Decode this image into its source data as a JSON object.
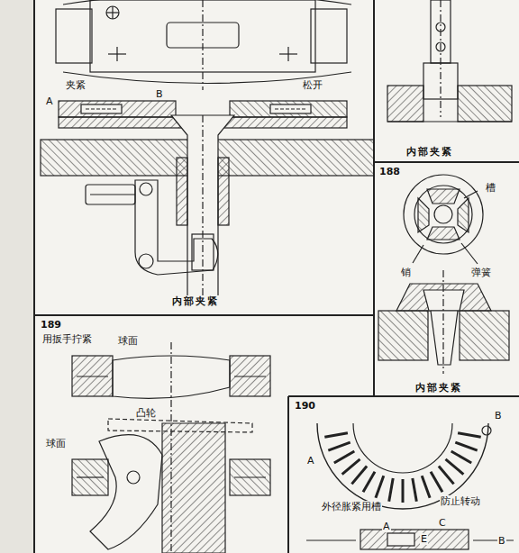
{
  "diagram": {
    "labels": [
      "夹紧",
      "B",
      "A",
      "松开",
      "内部夹紧",
      "内部夹紧",
      "188",
      "槽",
      "销",
      "弹簧",
      "内部夹紧",
      "189",
      "用扳手拧紧",
      "球面",
      "凸轮",
      "球面",
      "190",
      "B",
      "A",
      "外径胀紧用槽",
      "防止转动",
      "C",
      "A",
      "E",
      "B"
    ]
  }
}
